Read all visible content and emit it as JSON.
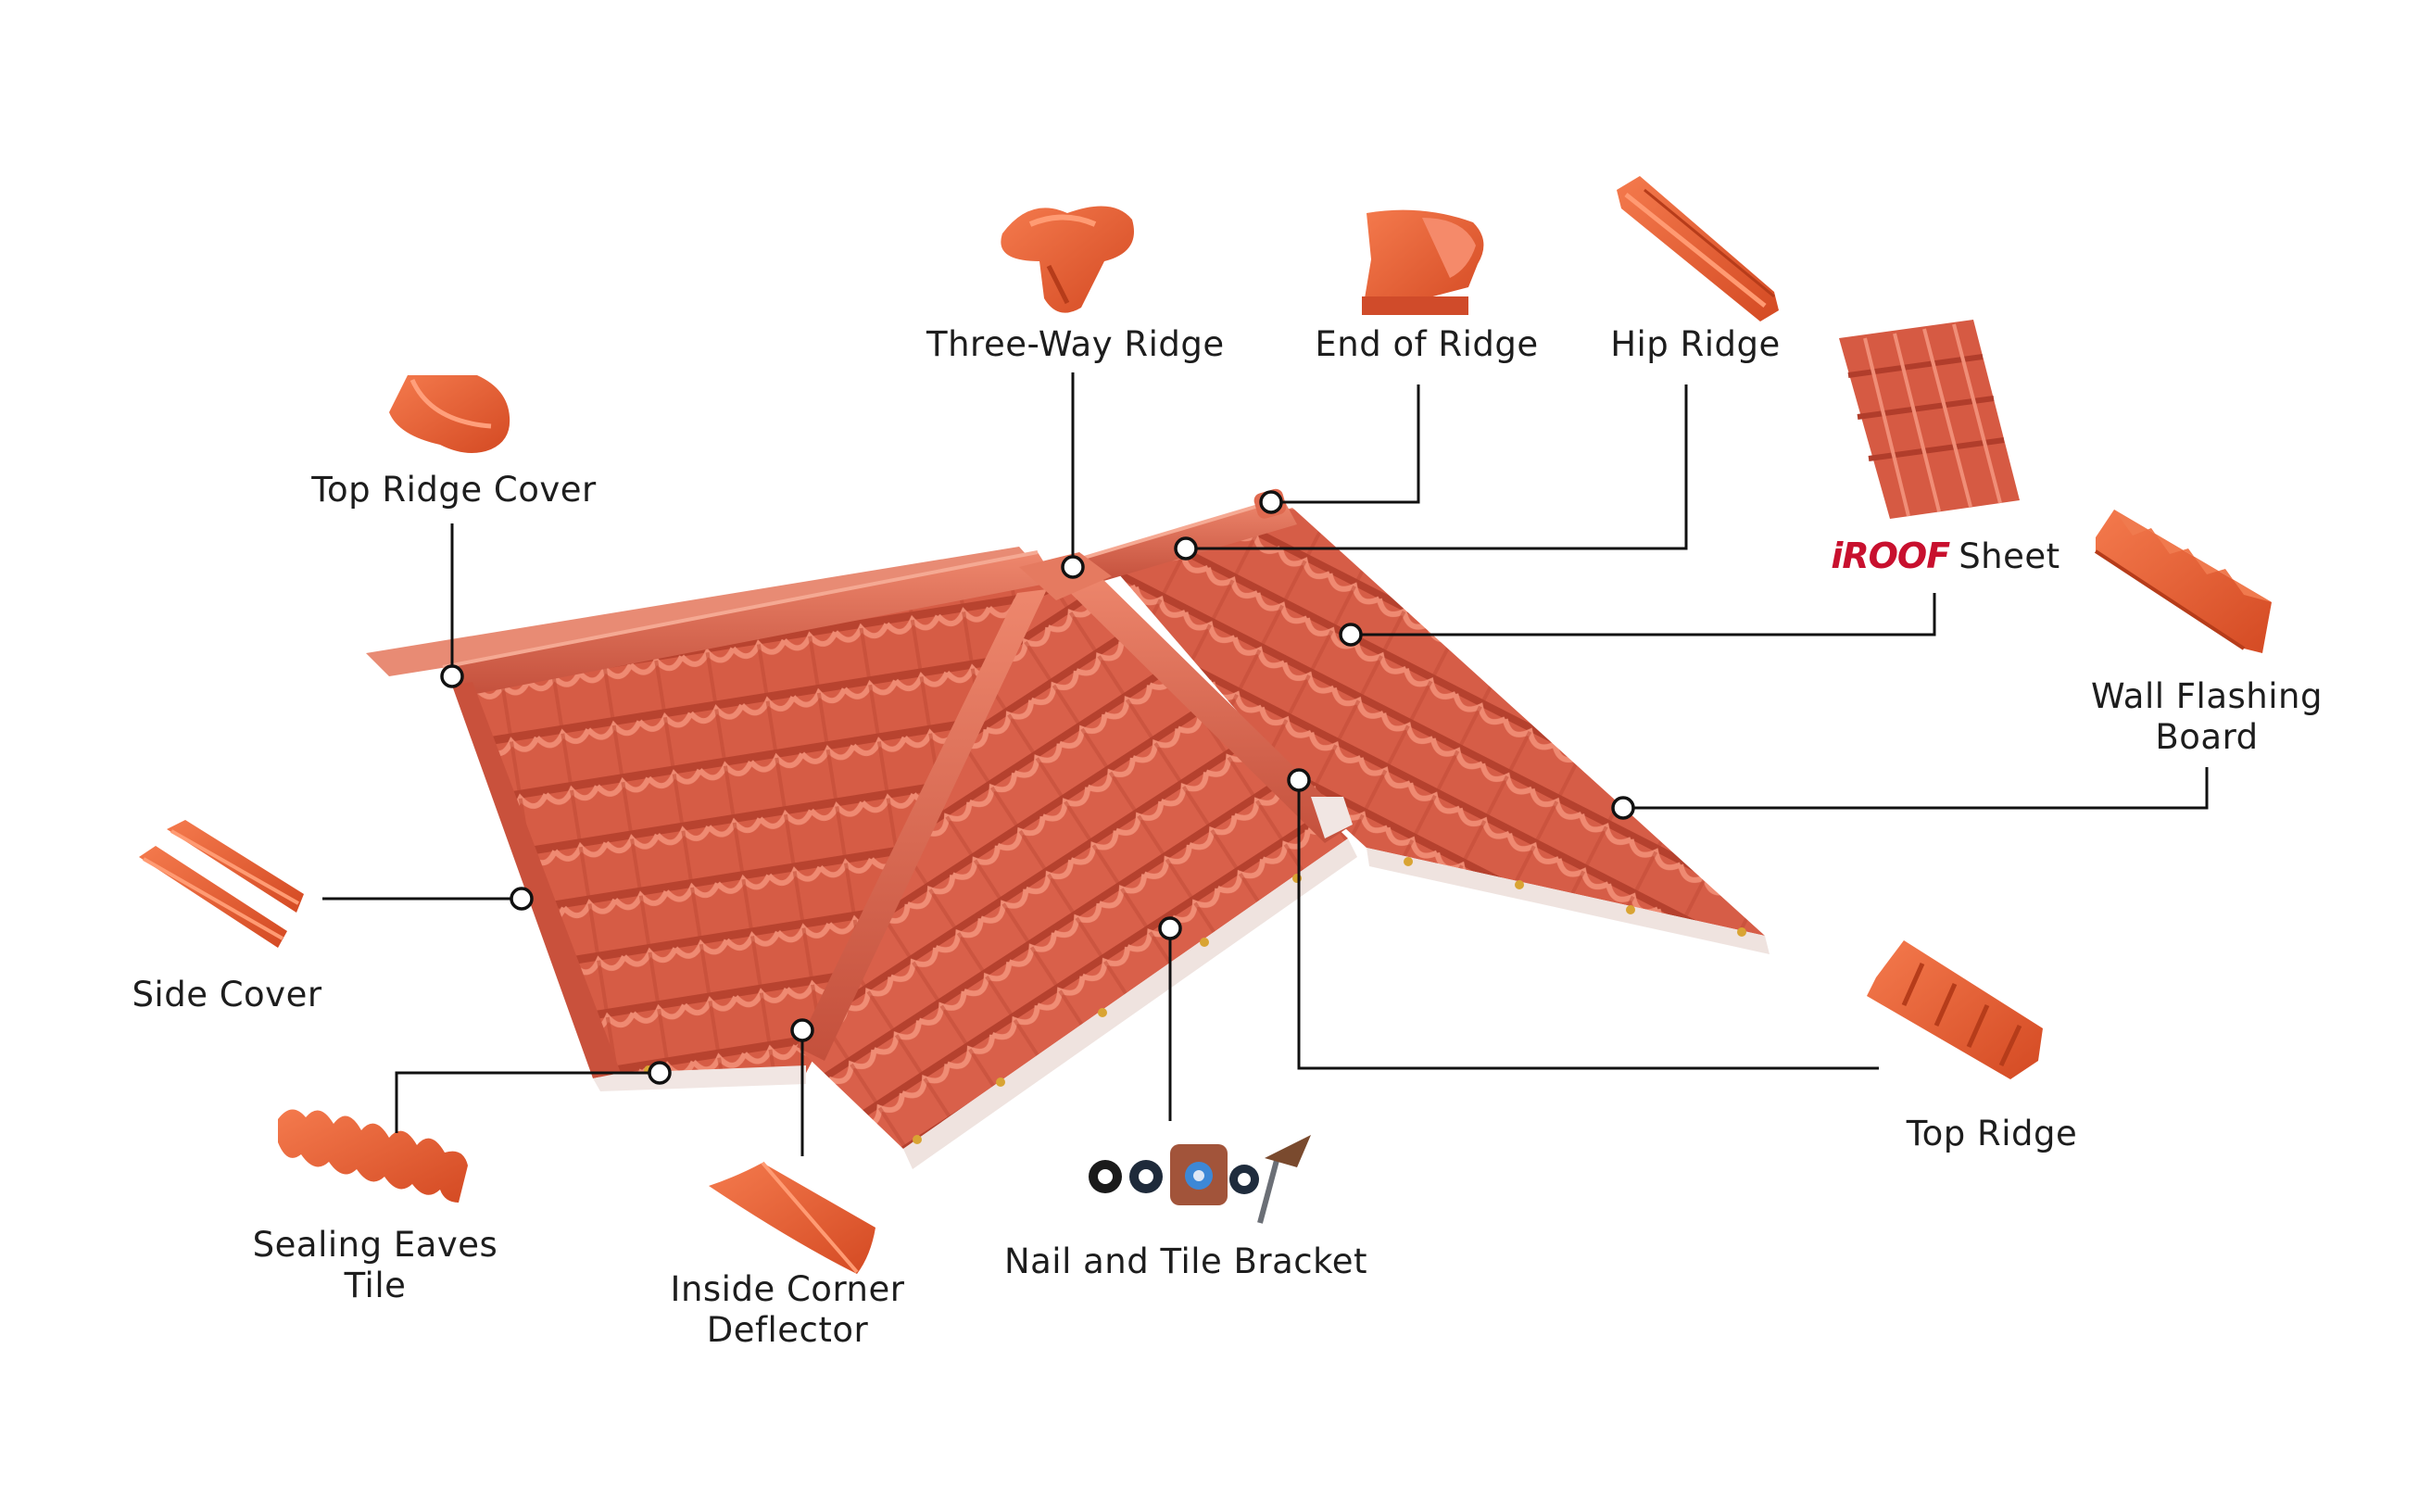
{
  "colors": {
    "tile": "#d95d45",
    "tile_dark": "#b9432f",
    "tile_light": "#ec7e65",
    "part_orange": "#e8572f",
    "leader": "#111111",
    "text": "#1d1d1d",
    "brand_red": "#c8102e"
  },
  "labels": {
    "three_way_ridge": "Three-Way Ridge",
    "end_of_ridge": "End of Ridge",
    "hip_ridge": "Hip Ridge",
    "top_ridge_cover": "Top Ridge Cover",
    "sheet_brand": "iROOF",
    "sheet": "Sheet",
    "wall_flashing_line1": "Wall Flashing",
    "wall_flashing_line2": "Board",
    "side_cover": "Side Cover",
    "top_ridge": "Top Ridge",
    "sealing_eaves_line1": "Sealing Eaves",
    "sealing_eaves_line2": "Tile",
    "inside_corner_line1": "Inside Corner",
    "inside_corner_line2": "Deflector",
    "nail_bracket": "Nail and Tile Bracket"
  },
  "icons": [
    "three-way-ridge-icon",
    "end-of-ridge-icon",
    "hip-ridge-icon",
    "top-ridge-cover-icon",
    "roof-sheet-icon",
    "wall-flashing-board-icon",
    "side-cover-icon",
    "top-ridge-icon",
    "sealing-eaves-tile-icon",
    "inside-corner-deflector-icon",
    "nail-and-tile-bracket-icon"
  ]
}
